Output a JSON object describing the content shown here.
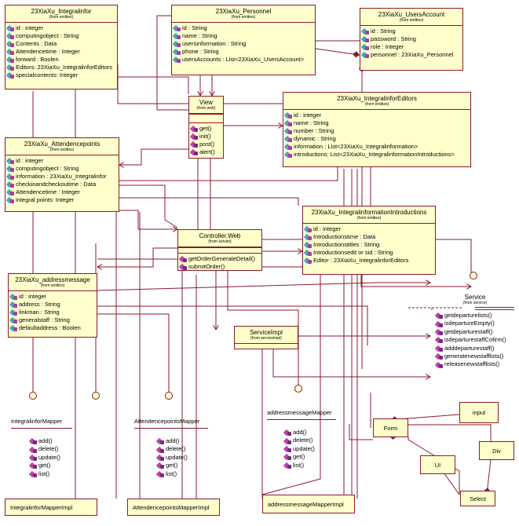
{
  "stereo": {
    "entities": "(from entities)",
    "web": "(from web)",
    "servlet": "(from servlet)",
    "service": "(from service)",
    "serviceimpl": "(from serviceimpl)"
  },
  "classes": {
    "integralinfor": {
      "name": "23XiaXu_Integralinfor",
      "attributes": [
        "id : integer",
        "computingobject : String",
        "Contents : Data",
        "Attendencetime : Integer",
        "forward : Boolen",
        "Editors: 23XiaXu_IntegralinforEditors",
        "specialcontents: Integer"
      ]
    },
    "personnel": {
      "name": "23XiaXu_Personnel",
      "attributes": [
        "id : String",
        "name : String",
        "usersinformation : String",
        "phone : String",
        "usersAccounts : List<23XiaXu_UsersAccount>"
      ]
    },
    "usersaccount": {
      "name": "23XiaXu_UsersAccount",
      "attributes": [
        "id : String",
        "password : String",
        "role : Integer",
        "personnel : 23XiaXu_Personnel"
      ]
    },
    "view": {
      "name": "View",
      "methods": [
        "get()",
        "init()",
        "post()",
        "alert()"
      ]
    },
    "integralinforeditors": {
      "name": "23XiaXu_IntegralinforEditors",
      "attributes": [
        "id : integer",
        "name : String",
        "number : String",
        "dynamic : String",
        "information : List<23XiaXu_Integralinformation>",
        "introductions: List<23XiaXu_IntegralinformationIntroductions>"
      ]
    },
    "attendencepoints": {
      "name": "23XiaXu_Attendencepoints",
      "attributes": [
        "id : integer",
        "computingobject : String",
        "information : 23XiaXu_Integralinfor",
        "checkinandcheckoutime : Data",
        "Attendencetime : Integer",
        "integral points: Integer"
      ]
    },
    "introductions": {
      "name": "23XiaXu_IntegralinformationIntroductions",
      "attributes": [
        "id : integer",
        "Introductionstime : Data",
        "Introductionstitles : String",
        "Introductionsedit or sid : String",
        "Editor : 23XiaXu_IntegralinforEditors"
      ]
    },
    "controller": {
      "name": "Controller.Web",
      "methods": [
        "getOrderGenerateDetail()",
        "submitOrder()"
      ]
    },
    "addressmessage": {
      "name": "23XiaXu_addressmessage",
      "attributes": [
        "id : integer",
        "address : String",
        "linkman : String",
        "generalstaff : String",
        "defaultaddress : Boolen"
      ]
    },
    "serviceimpl": {
      "name": "ServiceImpl"
    },
    "service": {
      "name": "Service",
      "methods": [
        "getdeparturelists()",
        "isdepartureEmpty()",
        "getdeparturestaff()",
        "isdeparturestaffCofirm()",
        "adddeparturestaff()",
        "generatenewstafflists()",
        "releasenewstafflists()"
      ]
    }
  },
  "mappers": {
    "integralinfor": {
      "name": "IntegralinforMapper",
      "methods": [
        "add()",
        "delete()",
        "update()",
        "get()",
        "list()"
      ]
    },
    "attendencepoints": {
      "name": "AttendencepointsMapper",
      "methods": [
        "add()",
        "delete()",
        "update()",
        "get()",
        "list()"
      ]
    },
    "addressmessage": {
      "name": "addressmessageMapper",
      "methods": [
        "add()",
        "delete()",
        "update()",
        "get()",
        "list()"
      ]
    }
  },
  "impls": {
    "integralinfor": "IntegralinforMapperImpl",
    "attendencepoints": "AttendencepointsMapperImpl",
    "addressmessage": "addressmessageMapperImpl"
  },
  "widgets": {
    "form": "Form",
    "input": "input",
    "div": "Div",
    "ui": "UI",
    "select": "Select"
  },
  "colors": {
    "class_fill": "#ffffcc",
    "border": "#8b1a2f",
    "attribute_icon": "#3fa8c8",
    "method_icon": "#c040b0"
  }
}
